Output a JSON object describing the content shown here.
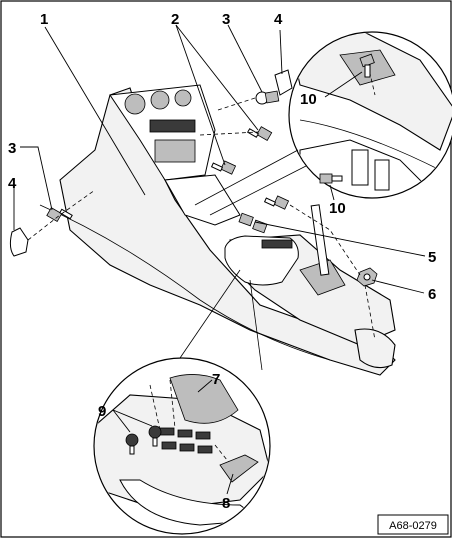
{
  "callouts": {
    "c1": "1",
    "c2": "2",
    "c3a": "3",
    "c4a": "4",
    "c3b": "3",
    "c4b": "4",
    "c5": "5",
    "c6": "6",
    "c7": "7",
    "c8": "8",
    "c9": "9",
    "c10a": "10",
    "c10b": "10"
  },
  "reference_code": "A68-0279"
}
